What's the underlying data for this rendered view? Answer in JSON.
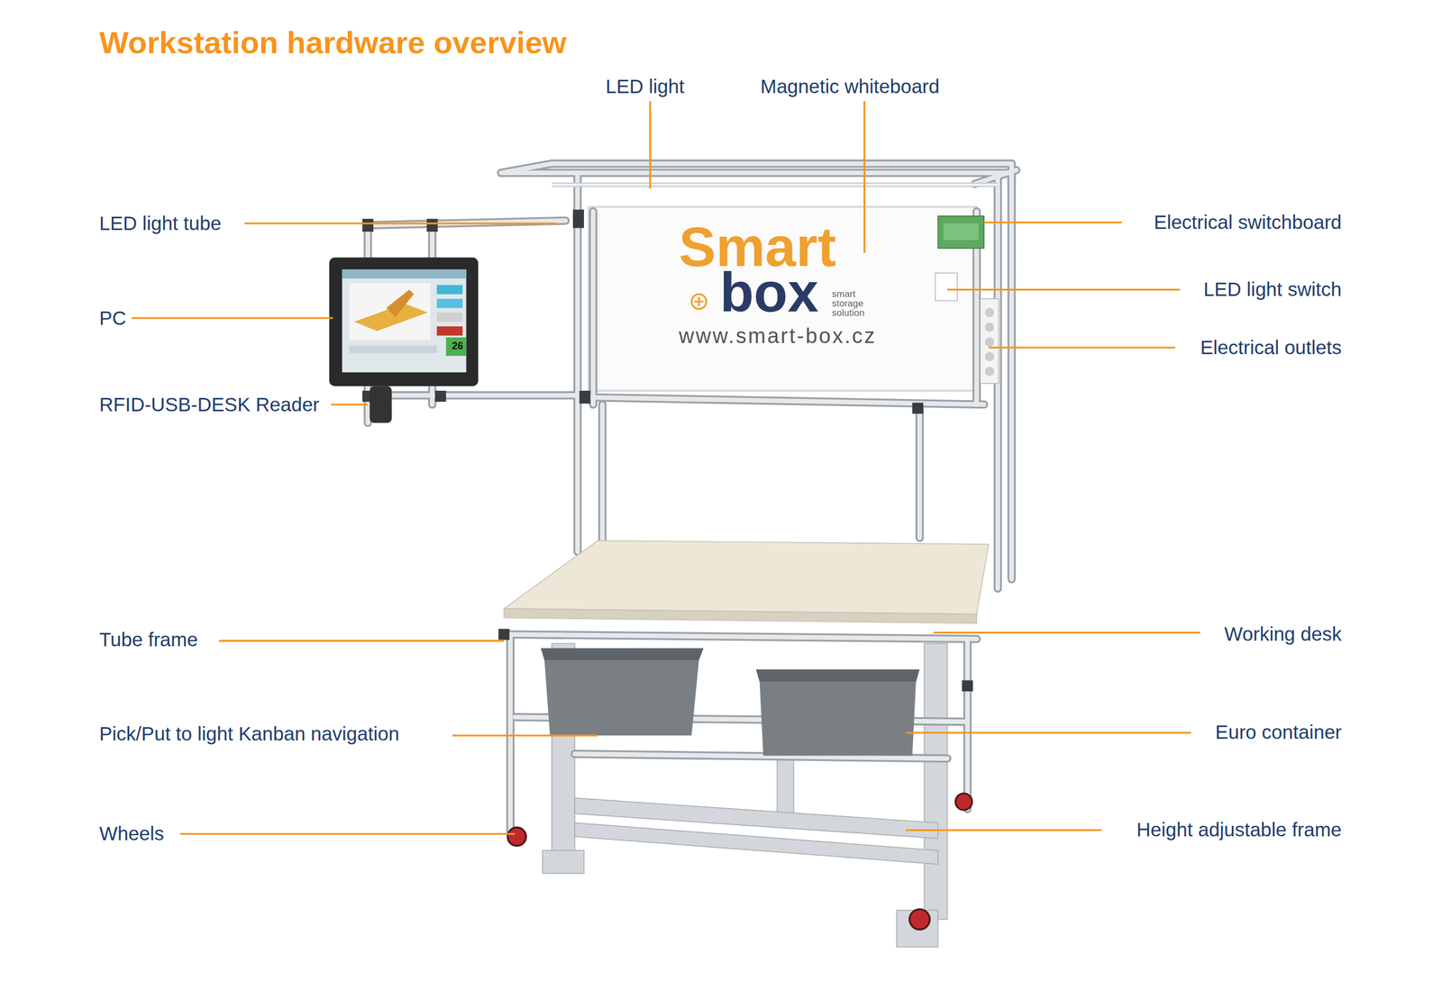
{
  "diagram": {
    "title": "Workstation hardware overview",
    "nodes": [
      {
        "text": [
          "Smart",
          "box",
          "smart storage solution",
          "www.smart-box.cz"
        ]
      }
    ],
    "labels": [
      "LED light",
      "Magnetic whiteboard",
      "LED light tube",
      "Electrical switchboard",
      "PC",
      "LED light switch",
      "Electrical outlets",
      "RFID-USB-DESK Reader",
      "Tube frame",
      "Working desk",
      "Pick/Put to light Kanban navigation",
      "Euro container",
      "Wheels",
      "Height adjustable frame",
      "26"
    ]
  }
}
